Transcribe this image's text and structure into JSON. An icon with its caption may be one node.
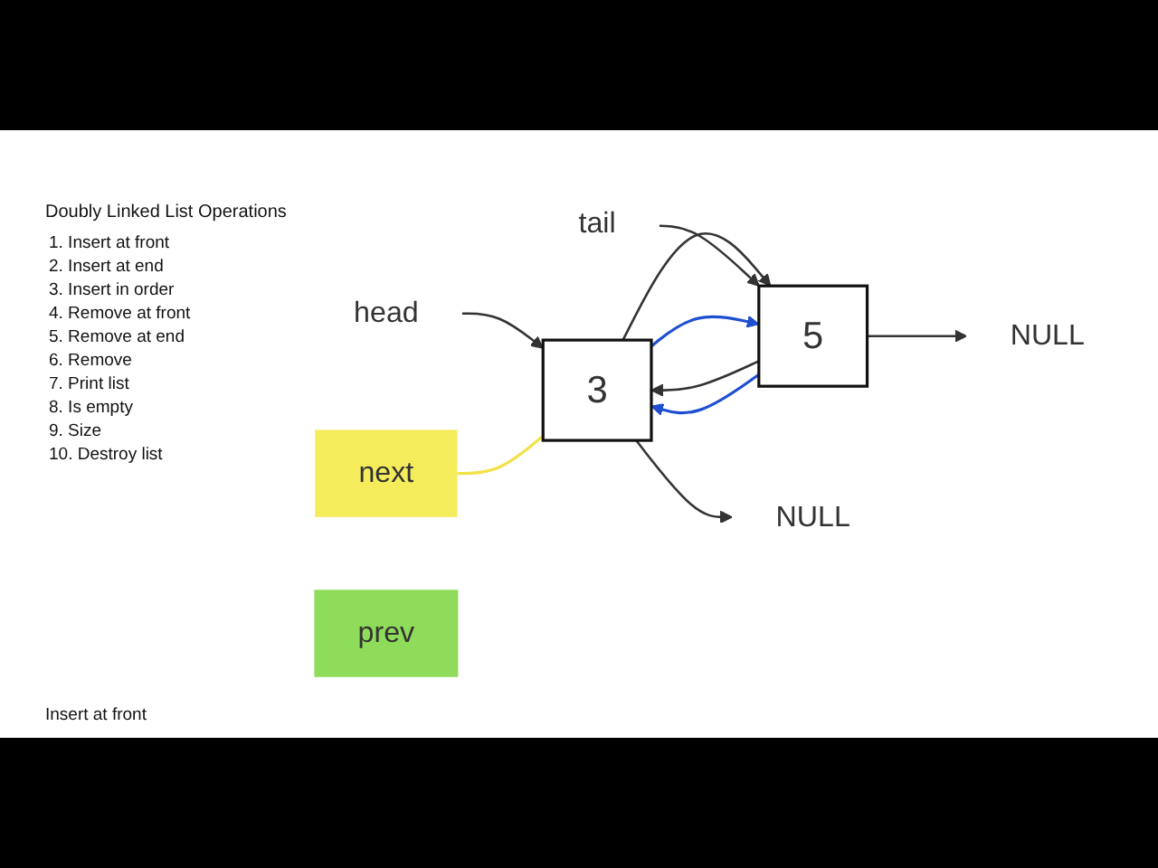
{
  "diagram": {
    "title": "Doubly Linked List Operations",
    "caption": "Insert at front",
    "nodes": [
      {
        "text": [
          "head"
        ]
      },
      {
        "text": [
          "3"
        ]
      },
      {
        "text": [
          "5"
        ]
      },
      {
        "text": [
          "tail"
        ]
      },
      {
        "text": [
          "NULL"
        ]
      },
      {
        "text": [
          "NULL"
        ]
      },
      {
        "text": [
          "next"
        ]
      },
      {
        "text": [
          "prev"
        ]
      }
    ],
    "edges": [
      {
        "from": 0,
        "to": 1,
        "arrow": "to"
      },
      {
        "from": 1,
        "to": 2,
        "arrow": "to"
      },
      {
        "from": 2,
        "to": 1,
        "arrow": "to"
      },
      {
        "from": 1,
        "to": 4,
        "arrow": "to"
      },
      {
        "from": 2,
        "to": 5,
        "arrow": "to"
      },
      {
        "from": 3,
        "to": 2,
        "arrow": "to"
      },
      {
        "from": 6,
        "to": 1,
        "arrow": "none",
        "color": "#f2e24a"
      },
      {
        "from": 1,
        "to": 2,
        "arrow": "to",
        "color": "#1f4fd1"
      },
      {
        "from": 2,
        "to": 1,
        "arrow": "to",
        "color": "#1f4fd1"
      }
    ],
    "labels": [
      "1. Insert at front",
      "2. Insert at end",
      "3. Insert in order",
      "4. Remove at front",
      "5. Remove at end",
      "6. Remove",
      "7. Print list",
      "8. Is empty",
      "9. Size",
      "10. Destroy list"
    ]
  }
}
